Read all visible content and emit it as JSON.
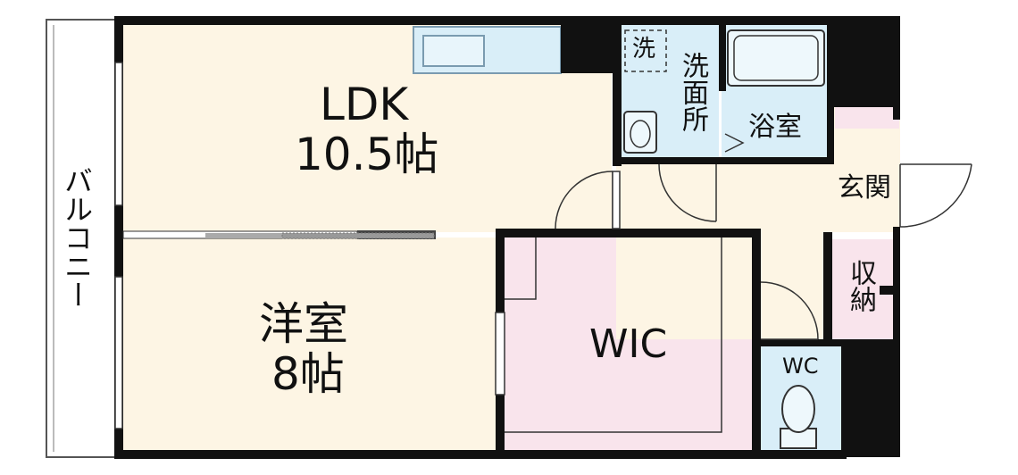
{
  "rooms": {
    "ldk": {
      "name": "LDK",
      "size": "10.5帖"
    },
    "western": {
      "name": "洋室",
      "size": "8帖"
    },
    "wic": {
      "name": "WIC"
    },
    "washroom": {
      "name": "洗面所"
    },
    "bath": {
      "name": "浴室"
    },
    "entrance": {
      "name": "玄関"
    },
    "storage": {
      "name": "収納"
    },
    "wc": {
      "name": "WC"
    },
    "balcony": {
      "name": "バルコニー"
    }
  },
  "fixtures": {
    "washer": "洗"
  },
  "colors": {
    "wall": "#111111",
    "ldk_floor": "#fdf5e4",
    "western_floor": "#fdf5e4",
    "hall_floor": "#fdf5e4",
    "wic_floor": "#f9e4ec",
    "wet_area": "#d9eef8",
    "storage_floor": "#f9e4ec",
    "balcony": "#ffffff"
  }
}
